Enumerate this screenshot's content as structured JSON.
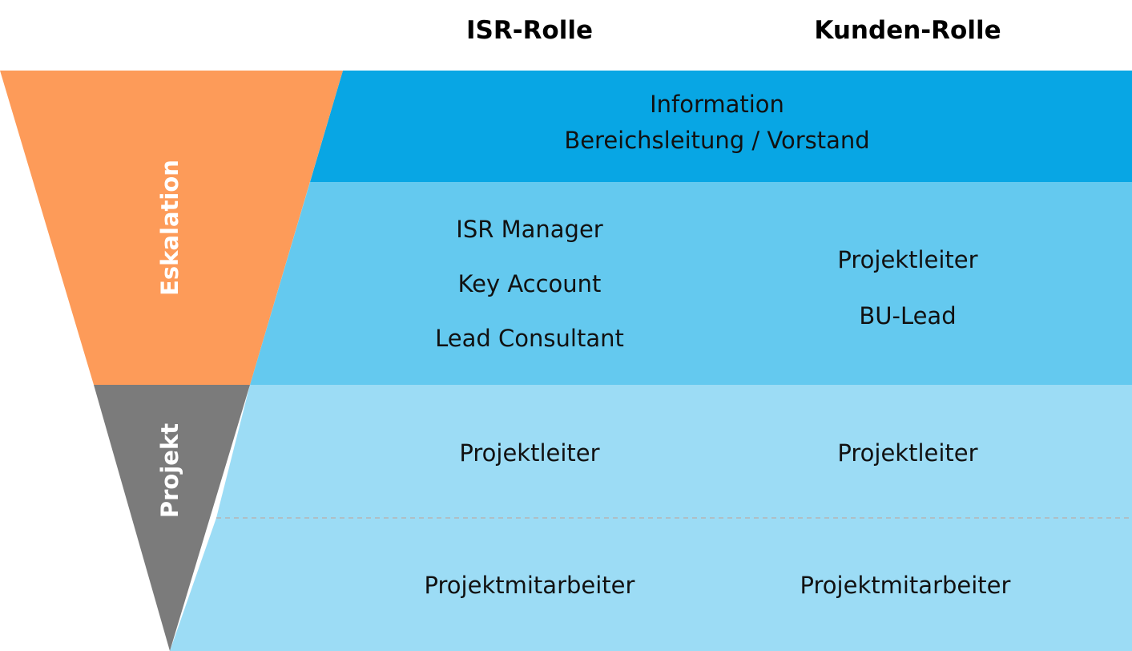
{
  "columns": {
    "isr": "ISR-Rolle",
    "kunden": "Kunden-Rolle"
  },
  "funnel": {
    "upper_label": "Eskalation",
    "lower_label": "Projekt"
  },
  "bands": {
    "information": {
      "line1": "Information",
      "line2": "Bereichsleitung / Vorstand"
    },
    "management": {
      "isr": [
        "ISR Manager",
        "Key Account",
        "Lead Consultant"
      ],
      "kunden": [
        "Projektleiter",
        "BU-Lead"
      ]
    },
    "projektleitung": {
      "isr": "Projektleiter",
      "kunden": "Projektleiter"
    },
    "mitarbeiter": {
      "isr": "Projektmitarbeiter",
      "kunden": "Projektmitarbeiter"
    }
  },
  "colors": {
    "band_dark": "#08a6e4",
    "band_mid": "#64c9ef",
    "band_light": "#9cdcf5",
    "funnel_orange": "#fd9b59",
    "funnel_gray": "#7b7b7b",
    "divider": "#b5b5b5"
  }
}
